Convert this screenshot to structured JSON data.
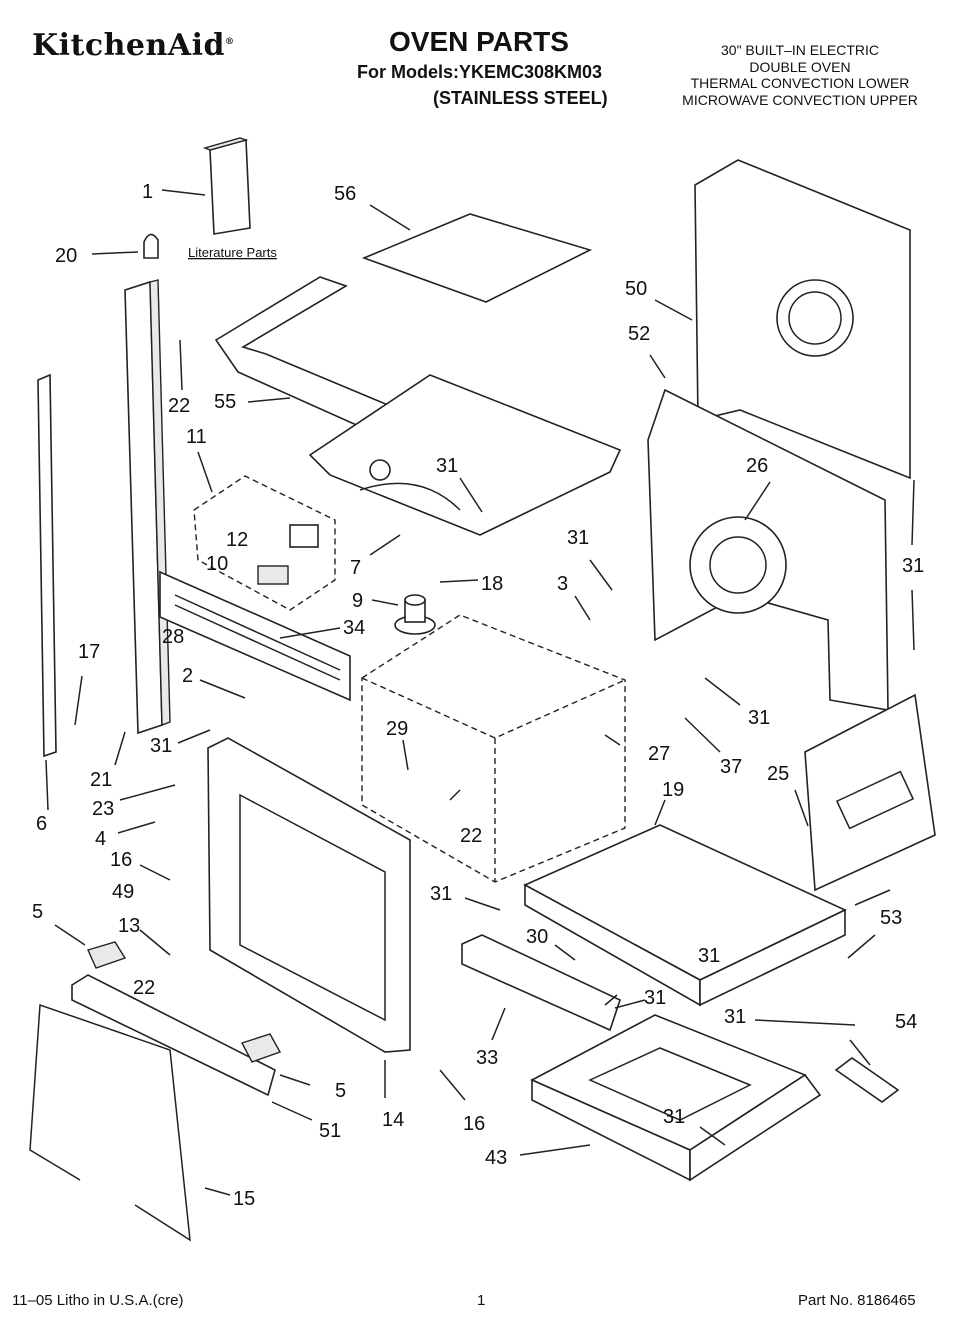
{
  "header": {
    "brand": "KitchenAid",
    "brand_mark": "®",
    "title": "OVEN PARTS",
    "models_line": "For Models:YKEMC308KM03",
    "finish_line": "(STAINLESS STEEL)",
    "description": [
      "30\" BUILT–IN ELECTRIC",
      "DOUBLE OVEN",
      "THERMAL CONVECTION LOWER",
      "MICROWAVE CONVECTION UPPER"
    ]
  },
  "diagram": {
    "literature_label": "Literature Parts",
    "callouts": [
      "1",
      "20",
      "22",
      "6",
      "21",
      "17",
      "11",
      "12",
      "10",
      "55",
      "56",
      "7",
      "31",
      "9",
      "18",
      "3",
      "50",
      "52",
      "26",
      "31",
      "31",
      "28",
      "34",
      "2",
      "31",
      "23",
      "4",
      "29",
      "22",
      "27",
      "31",
      "37",
      "25",
      "19",
      "16",
      "49",
      "13",
      "5",
      "22",
      "5",
      "51",
      "14",
      "16",
      "33",
      "30",
      "31",
      "31",
      "31",
      "53",
      "31",
      "54",
      "31",
      "43",
      "15"
    ]
  },
  "footer": {
    "left": "11–05 Litho in U.S.A.(cre)",
    "center": "1",
    "right": "Part No. 8186465"
  }
}
